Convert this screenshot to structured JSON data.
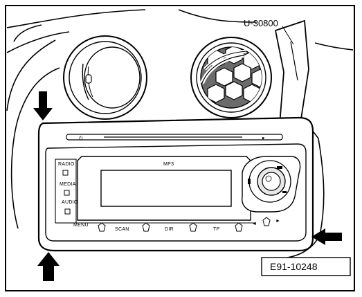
{
  "tool_label": "U-30800",
  "figure_code": "E91-10248",
  "radio": {
    "display_label": "MP3",
    "left_keys": [
      "RADIO",
      "MEDIA",
      "AUDIO",
      "MENU"
    ],
    "bottom_keys": [
      "SCAN",
      "DIR",
      "TP"
    ],
    "nav_arrows": [
      "◄",
      "►"
    ]
  },
  "arrows": [
    {
      "name": "top-left-arrow",
      "direction": "down"
    },
    {
      "name": "bottom-left-arrow",
      "direction": "up"
    },
    {
      "name": "right-arrow",
      "direction": "left"
    }
  ]
}
